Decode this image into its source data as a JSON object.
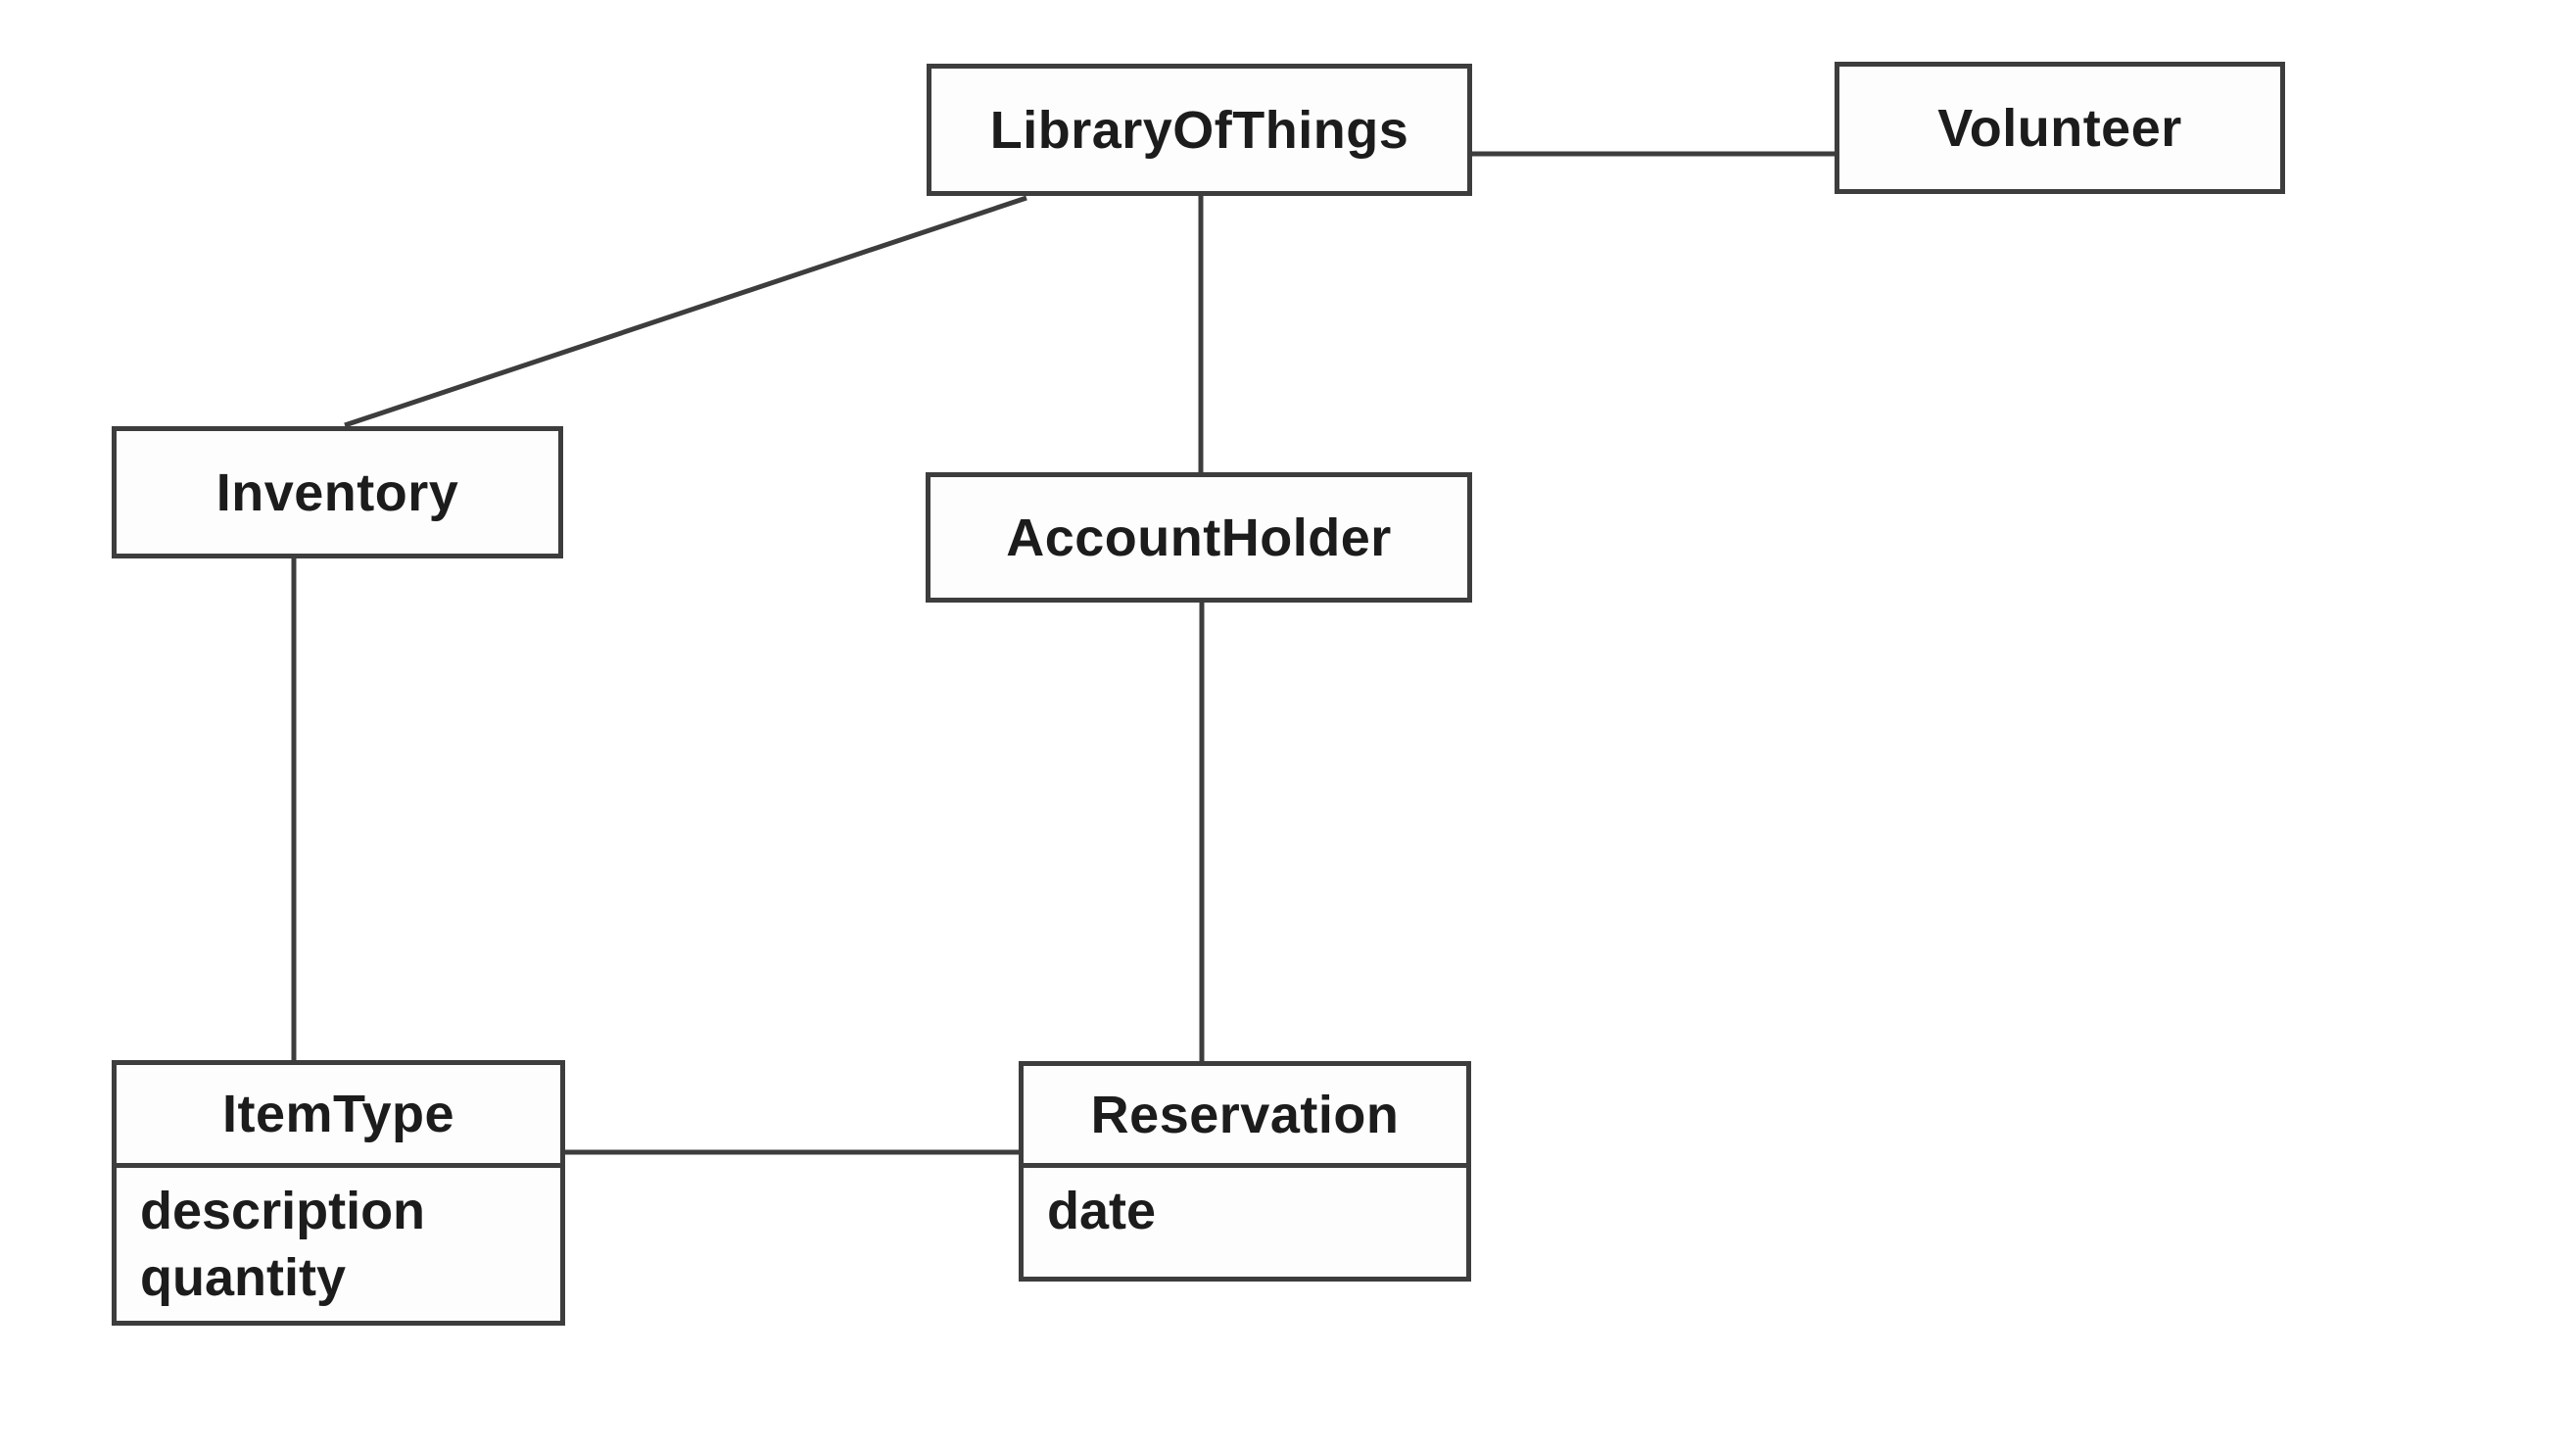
{
  "diagram": {
    "type": "uml-class-diagram",
    "classes": [
      {
        "name": "LibraryOfThings",
        "attributes": []
      },
      {
        "name": "Volunteer",
        "attributes": []
      },
      {
        "name": "Inventory",
        "attributes": []
      },
      {
        "name": "AccountHolder",
        "attributes": []
      },
      {
        "name": "ItemType",
        "attributes": [
          "description",
          "quantity"
        ]
      },
      {
        "name": "Reservation",
        "attributes": [
          "date"
        ]
      }
    ],
    "associations": [
      {
        "from": "LibraryOfThings",
        "to": "Volunteer"
      },
      {
        "from": "LibraryOfThings",
        "to": "AccountHolder"
      },
      {
        "from": "LibraryOfThings",
        "to": "Inventory"
      },
      {
        "from": "Inventory",
        "to": "ItemType"
      },
      {
        "from": "AccountHolder",
        "to": "Reservation"
      },
      {
        "from": "ItemType",
        "to": "Reservation"
      }
    ],
    "colors": {
      "background": "#ffffff",
      "box_fill": "#fdfdfd",
      "box_border": "#3d3d3d",
      "line": "#3d3d3d",
      "text": "#1c1c1c"
    }
  }
}
